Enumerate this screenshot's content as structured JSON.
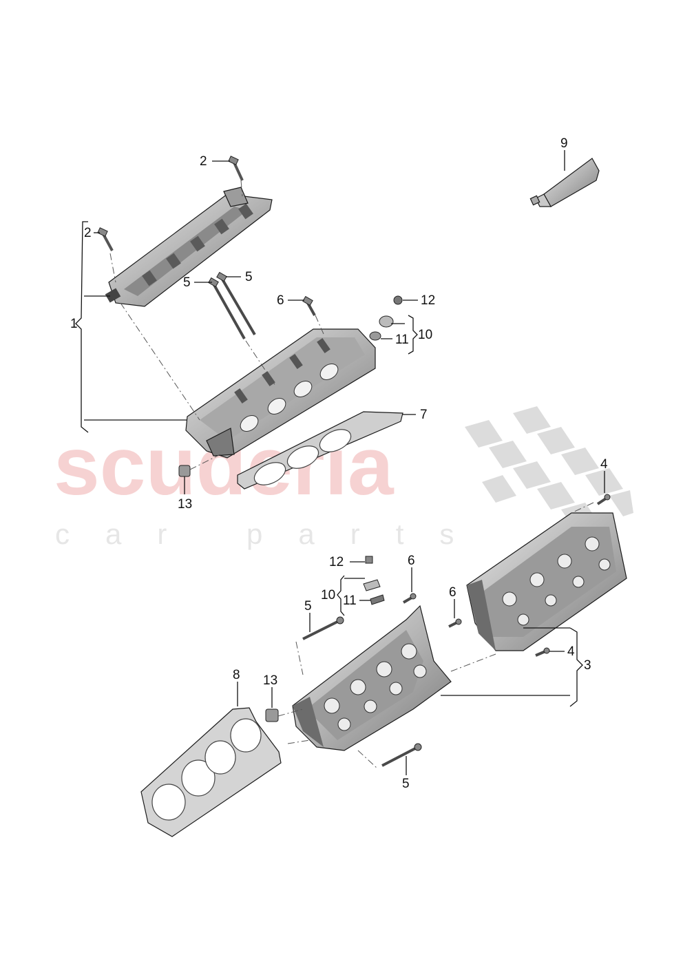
{
  "watermark": {
    "brand": "scuderia",
    "tagline": "car parts",
    "colors": {
      "brand": "#f3c4c4",
      "tagline": "#e6e6e6",
      "flag": "#d9d9d9"
    }
  },
  "callouts": {
    "c1": "1",
    "c2a": "2",
    "c2b": "2",
    "c3": "3",
    "c4a": "4",
    "c4b": "4",
    "c5a": "5",
    "c5b": "5",
    "c5c": "5",
    "c5d": "5",
    "c6a": "6",
    "c6b": "6",
    "c6c": "6",
    "c7": "7",
    "c8": "8",
    "c9": "9",
    "c10a": "10",
    "c10b": "10",
    "c11a": "11",
    "c11b": "11",
    "c12a": "12",
    "c12b": "12",
    "c13a": "13",
    "c13b": "13"
  },
  "colors": {
    "line": "#111111",
    "part_fill": "#bdbdbd",
    "part_dark": "#6e6e6e",
    "part_light": "#e4e4e4"
  }
}
